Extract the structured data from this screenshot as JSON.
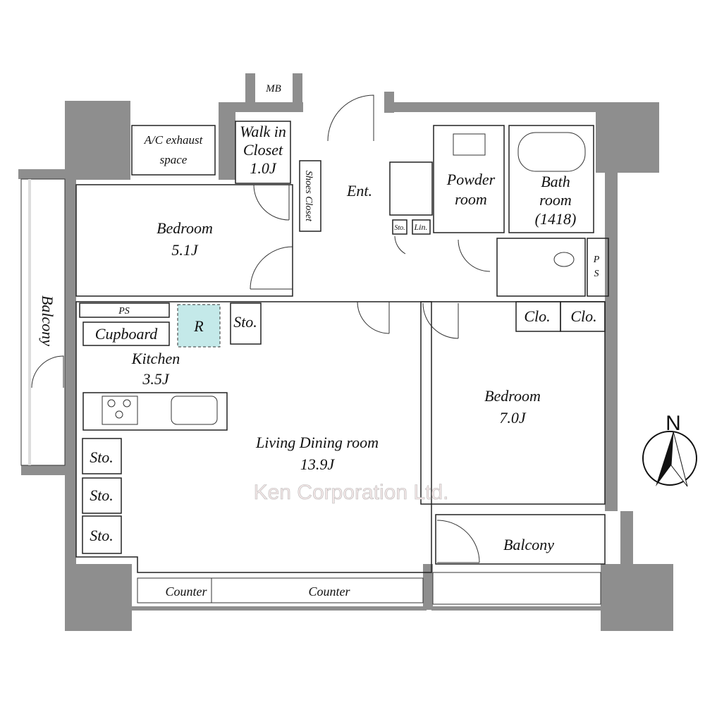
{
  "rooms": {
    "mb": "MB",
    "ac_exhaust_1": "A/C exhaust",
    "ac_exhaust_2": "space",
    "walk_in_closet_1": "Walk in",
    "walk_in_closet_2": "Closet",
    "walk_in_closet_3": "1.0J",
    "shoes_closet": "Shoes Closet",
    "entrance": "Ent.",
    "powder_room_1": "Powder",
    "powder_room_2": "room",
    "bath_room_1": "Bath",
    "bath_room_2": "room",
    "bath_room_3": "(1418)",
    "storage_small": "Sto.",
    "linen": "Lin.",
    "ps_right_1": "P",
    "ps_right_2": "S",
    "bedroom1_name": "Bedroom",
    "bedroom1_size": "5.1J",
    "balcony_left": "Balcony",
    "ps_left": "PS",
    "cupboard": "Cupboard",
    "refrigerator": "R",
    "storage_kitchen": "Sto.",
    "kitchen_name": "Kitchen",
    "kitchen_size": "3.5J",
    "closet_1": "Clo.",
    "closet_2": "Clo.",
    "bedroom2_name": "Bedroom",
    "bedroom2_size": "7.0J",
    "living_name": "Living Dining room",
    "living_size": "13.9J",
    "storage_1": "Sto.",
    "storage_2": "Sto.",
    "storage_3": "Sto.",
    "balcony_right": "Balcony",
    "counter_1": "Counter",
    "counter_2": "Counter"
  },
  "compass": {
    "label": "N"
  },
  "watermark": "Ken Corporation Ltd.",
  "colors": {
    "wall": "#8e8e8e",
    "bedroom": "#f0dfbf",
    "living": "#f7d4d4",
    "wet": "#c4e9e9",
    "storage": "#f3f0a6"
  }
}
